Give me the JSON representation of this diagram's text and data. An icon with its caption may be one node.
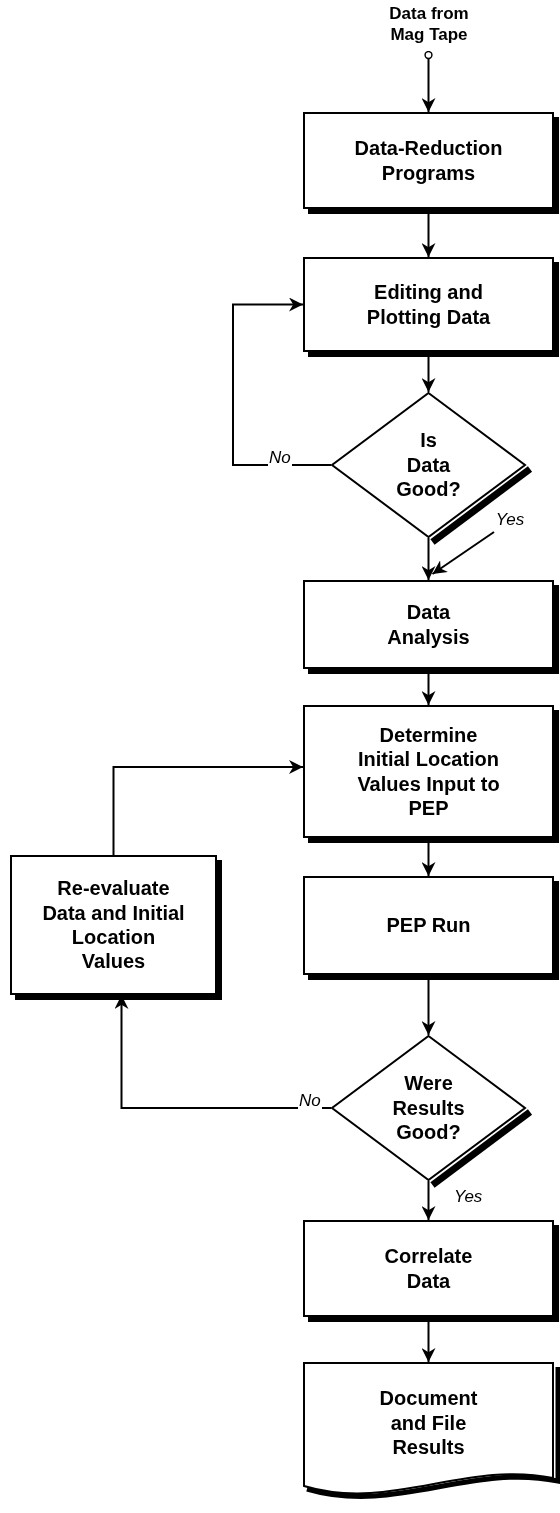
{
  "diagram": {
    "nodes": [
      {
        "text": [
          "Data from Mag Tape"
        ]
      },
      {
        "text": [
          "Data-Reduction Programs"
        ]
      },
      {
        "text": [
          "Editing and Plotting Data"
        ]
      },
      {
        "text": [
          "Is Data Good?"
        ]
      },
      {
        "text": [
          "Yes"
        ]
      },
      {
        "text": [
          "Data Analysis"
        ]
      },
      {
        "text": [
          "Determine Initial Location Values Input to PEP"
        ]
      },
      {
        "text": [
          "Re-evaluate Data and Initial Location Values"
        ]
      },
      {
        "text": [
          "PEP Run"
        ]
      },
      {
        "text": [
          "Were Results Good?"
        ]
      },
      {
        "text": [
          "Correlate Data"
        ]
      },
      {
        "text": [
          "Document and File Results"
        ]
      }
    ],
    "edges": [
      {
        "from": 0,
        "to": 1,
        "arrow": "to"
      },
      {
        "from": 1,
        "to": 2,
        "arrow": "to"
      },
      {
        "from": 2,
        "to": 3,
        "arrow": "to"
      },
      {
        "from": 3,
        "to": 2,
        "arrow": "to",
        "label": "No"
      },
      {
        "from": 3,
        "to": 5,
        "arrow": "to"
      },
      {
        "from": 4,
        "to": 5,
        "arrow": "to"
      },
      {
        "from": 5,
        "to": 6,
        "arrow": "to"
      },
      {
        "from": 6,
        "to": 8,
        "arrow": "to"
      },
      {
        "from": 8,
        "to": 9,
        "arrow": "to"
      },
      {
        "from": 9,
        "to": 7,
        "arrow": "to",
        "label": "No"
      },
      {
        "from": 7,
        "to": 6,
        "arrow": "to"
      },
      {
        "from": 9,
        "to": 10,
        "arrow": "to",
        "label": "Yes"
      },
      {
        "from": 10,
        "to": 11,
        "arrow": "to"
      }
    ]
  }
}
